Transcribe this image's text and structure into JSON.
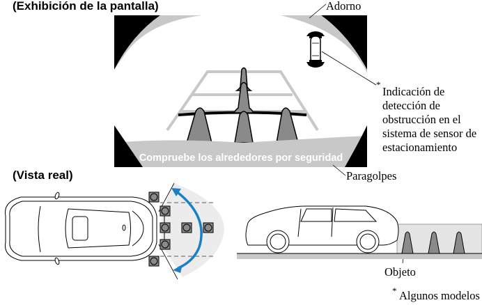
{
  "headings": {
    "screen_display": "(Exhibición de la pantalla)",
    "real_view": "(Vista real)"
  },
  "screen": {
    "message": "Compruebe los alrededores por seguridad"
  },
  "callouts": {
    "trim": "Adorno",
    "indicator_lines": [
      "Indicación de",
      "detección de",
      "obstrucción en el",
      "sistema de sensor de",
      "estacionamiento"
    ],
    "bumper": "Paragolpes",
    "object": "Objeto",
    "footnote": "Algunos modelos",
    "asterisk": "*"
  },
  "colors": {
    "trim_gray": "#c8c8c8",
    "cone_gray": "#8a8a8a",
    "arrow_blue": "#1a7fc4",
    "sensor_area": "#ececec",
    "black": "#000000"
  }
}
